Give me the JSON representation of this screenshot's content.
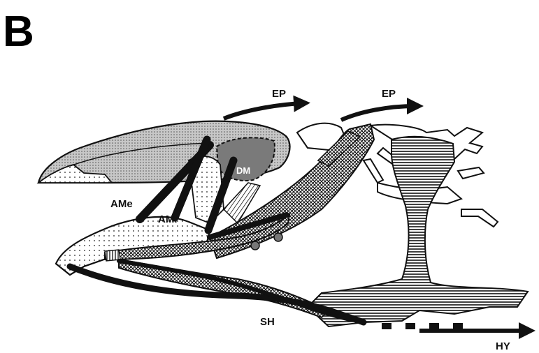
{
  "figure": {
    "panel_letter": "B"
  },
  "labels": {
    "ep_1": "EP",
    "ep_2": "EP",
    "dm": "DM",
    "ame": "AMe",
    "ami": "AMi",
    "sh": "SH",
    "hy": "HY"
  },
  "colors": {
    "ink": "#111111",
    "paper": "#ffffff",
    "stipple": "#bdbdbd",
    "dark_stipple": "#6f6f6f"
  },
  "icons": {
    "arrow": "arrow-icon"
  }
}
